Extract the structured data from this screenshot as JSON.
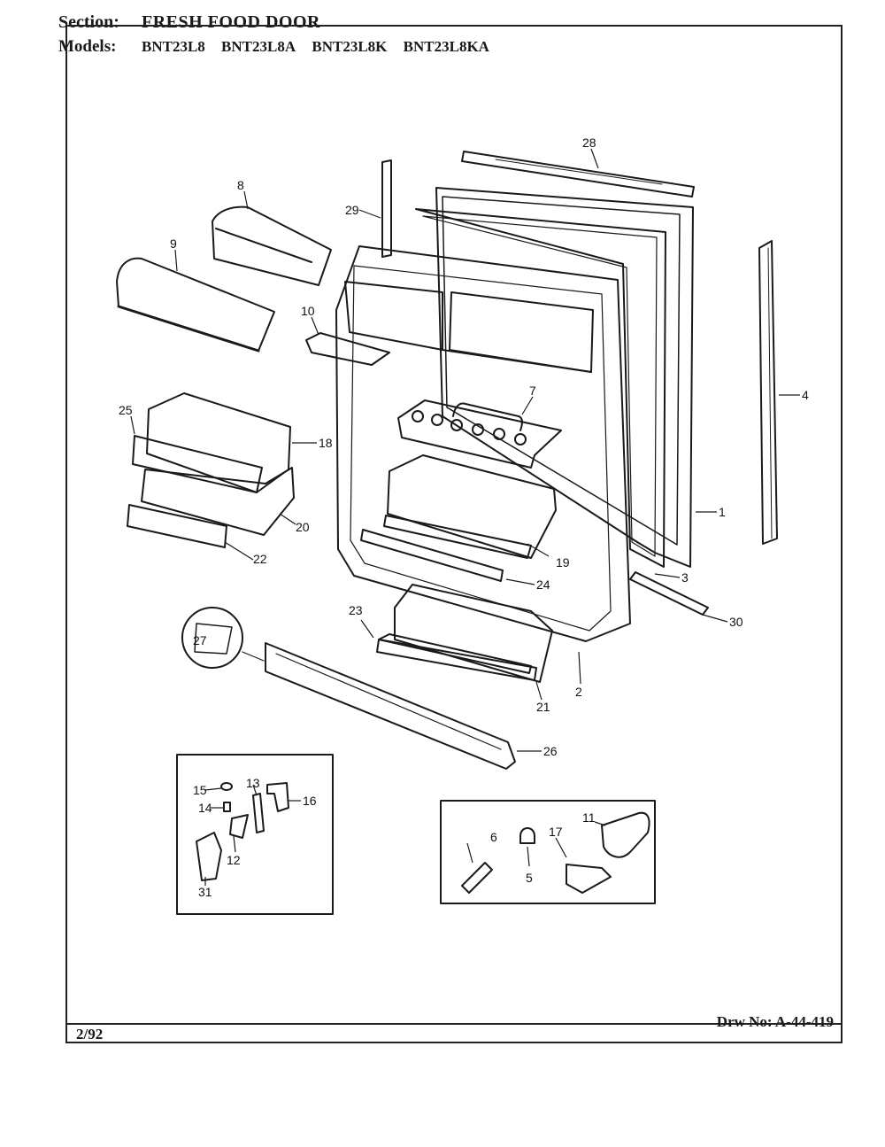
{
  "header": {
    "section_label": "Section:",
    "section_value": "FRESH FOOD DOOR",
    "models_label": "Models:",
    "models": [
      "BNT23L8",
      "BNT23L8A",
      "BNT23L8K",
      "BNT23L8KA"
    ]
  },
  "callouts": [
    "28",
    "29",
    "8",
    "9",
    "10",
    "4",
    "7",
    "25",
    "18",
    "20",
    "22",
    "1",
    "19",
    "24",
    "3",
    "30",
    "23",
    "27",
    "2",
    "21",
    "26",
    "15",
    "13",
    "14",
    "16",
    "12",
    "31",
    "11",
    "6",
    "17",
    "5"
  ],
  "footer": {
    "date": "2/92",
    "drawing_number": "Drw No: A-44-419"
  }
}
